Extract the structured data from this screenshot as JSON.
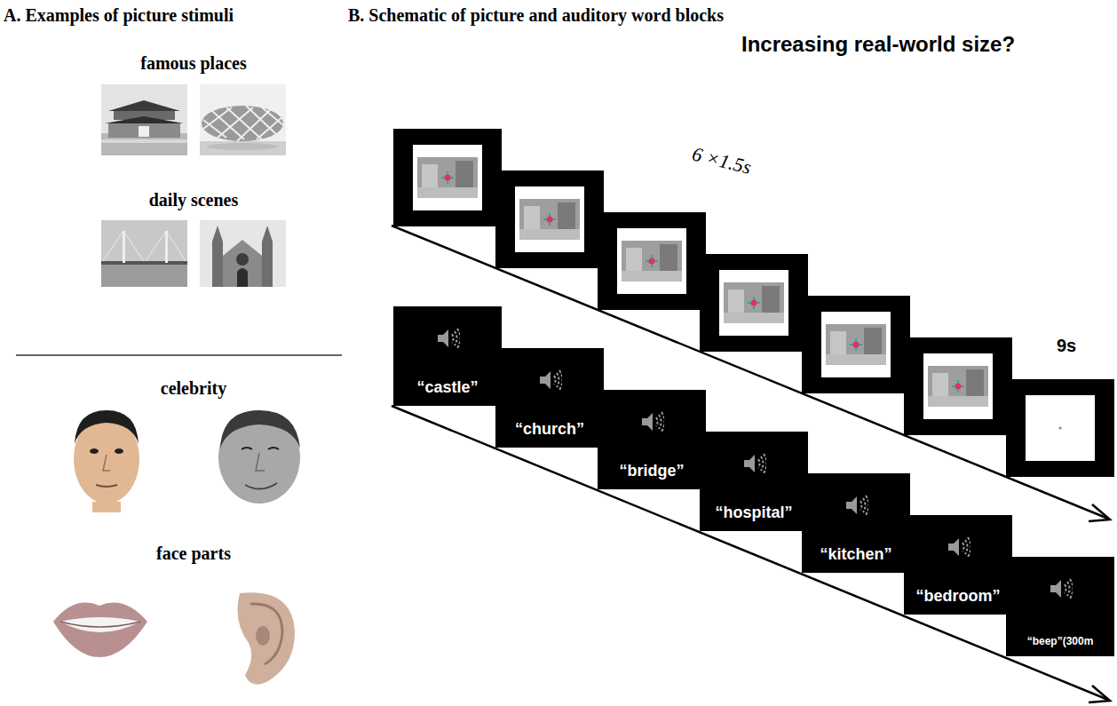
{
  "diagram": {
    "nodes": [
      {
        "text": [
          "“castle”"
        ]
      },
      {
        "text": [
          "“church”"
        ]
      },
      {
        "text": [
          "“bridge”"
        ]
      },
      {
        "text": [
          "“hospital”"
        ]
      },
      {
        "text": [
          "“kitchen”"
        ]
      },
      {
        "text": [
          "“bedroom”"
        ]
      },
      {
        "text": [
          "“beep”(300m"
        ]
      }
    ],
    "labels": [
      "A. Examples of picture stimuli",
      "B. Schematic of picture and auditory word blocks",
      "famous places",
      "daily scenes",
      "celebrity",
      "face parts",
      "Increasing real-world size?",
      "6 ×1.5s",
      "9s"
    ]
  }
}
